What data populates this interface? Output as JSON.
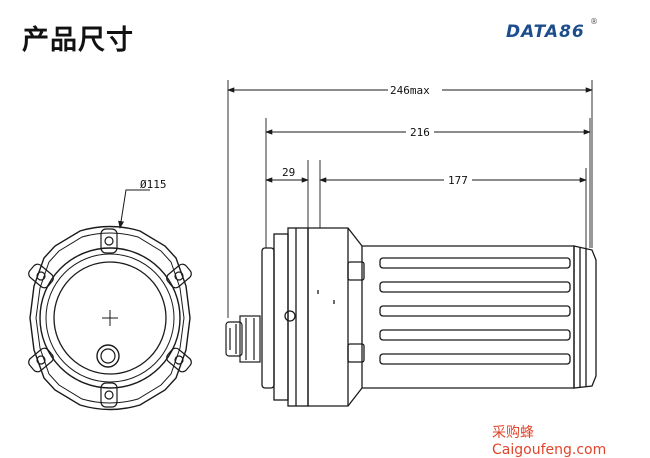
{
  "header": {
    "title": "产品尺寸",
    "logo_text": "DATA86",
    "logo_mark": "®"
  },
  "dimensions": {
    "diameter": "Ø115",
    "overall_length": "246max",
    "body_length": "216",
    "flange_width": "29",
    "barrel_length": "177"
  },
  "footer": {
    "watermark": "采购蜂 Caigoufeng.com"
  },
  "colors": {
    "logo": "#1d4d8c",
    "watermark": "#e0452b",
    "line": "#1a1a1a"
  }
}
